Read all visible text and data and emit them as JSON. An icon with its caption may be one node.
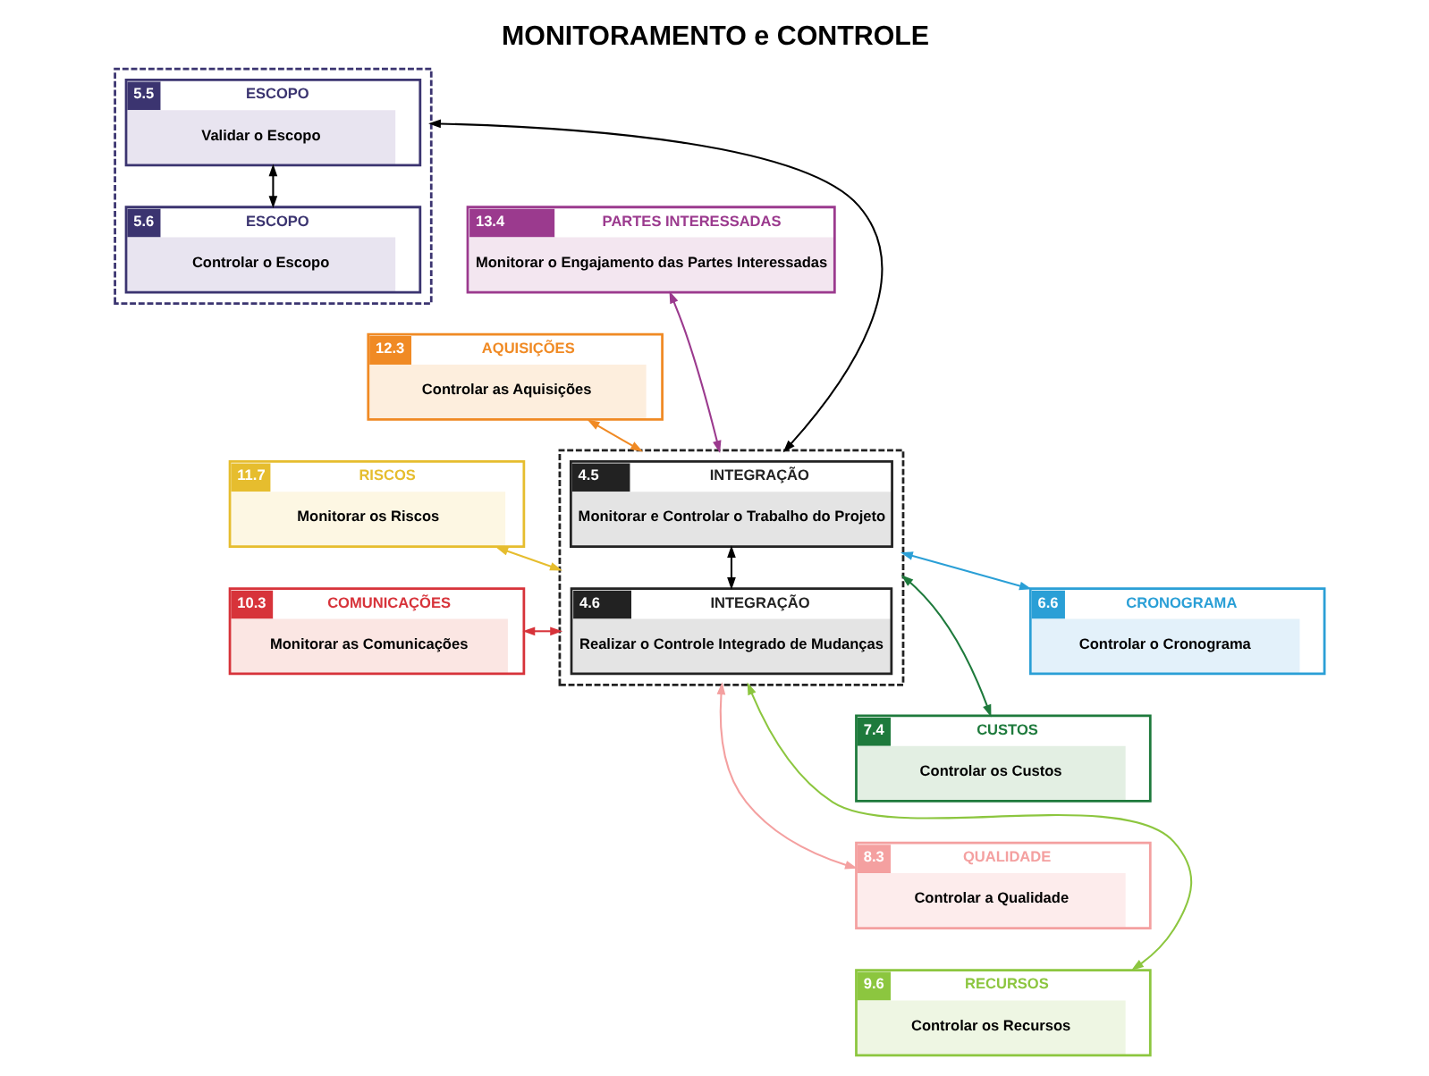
{
  "diagram": {
    "title": "MONITORAMENTO e CONTROLE",
    "nodes": [
      {
        "text": [],
        "shape": "box"
      },
      {
        "text": [
          "5.5",
          "ESCOPO",
          "Validar o Escopo"
        ],
        "in": 0
      },
      {
        "text": [
          "5.6",
          "ESCOPO",
          "Controlar o Escopo"
        ],
        "in": 0
      },
      {
        "text": [],
        "shape": "box"
      },
      {
        "text": [
          "4.5",
          "INTEGRAÇÃO",
          "Monitorar e Controlar o Trabalho do Projeto"
        ],
        "in": 3
      },
      {
        "text": [
          "4.6",
          "INTEGRAÇÃO",
          "Realizar o Controle Integrado de Mudanças"
        ],
        "in": 3
      },
      {
        "text": [
          "13.4",
          "PARTES INTERESSADAS",
          "Monitorar o Engajamento das Partes Interessadas"
        ]
      },
      {
        "text": [
          "6.6",
          "CRONOGRAMA",
          "Controlar o Cronograma"
        ]
      },
      {
        "text": [
          "12.3",
          "AQUISIÇÕES",
          "Controlar as Aquisições"
        ]
      },
      {
        "text": [
          "7.4",
          "CUSTOS",
          "Controlar os Custos"
        ]
      },
      {
        "text": [
          "11.7",
          "RISCOS",
          "Monitorar os Riscos"
        ]
      },
      {
        "text": [
          "8.3",
          "QUALIDADE",
          "Controlar a Qualidade"
        ]
      },
      {
        "text": [
          "10.3",
          "COMUNICAÇÕES",
          "Monitorar as Comunicações"
        ]
      },
      {
        "text": [
          "9.6",
          "RECURSOS",
          "Controlar os Recursos"
        ]
      }
    ],
    "edges": [
      {
        "from": 1,
        "to": 2,
        "arrow": "both"
      },
      {
        "from": 0,
        "to": 3,
        "arrow": "both"
      },
      {
        "from": 4,
        "to": 5,
        "arrow": "both"
      },
      {
        "from": 6,
        "to": 3,
        "arrow": "both",
        "color": "#9b3a8e"
      },
      {
        "from": 3,
        "to": 7,
        "arrow": "both",
        "color": "#2a9fd6"
      },
      {
        "from": 8,
        "to": 3,
        "arrow": "both",
        "color": "#f08a24"
      },
      {
        "from": 3,
        "to": 9,
        "arrow": "both",
        "color": "#1e7a3c"
      },
      {
        "from": 10,
        "to": 3,
        "arrow": "both",
        "color": "#e6bd2e"
      },
      {
        "from": 3,
        "to": 11,
        "arrow": "both",
        "color": "#f4a0a0"
      },
      {
        "from": 12,
        "to": 3,
        "arrow": "both",
        "color": "#d7333a"
      },
      {
        "from": 3,
        "to": 13,
        "arrow": "both",
        "color": "#8cc63f"
      }
    ]
  }
}
